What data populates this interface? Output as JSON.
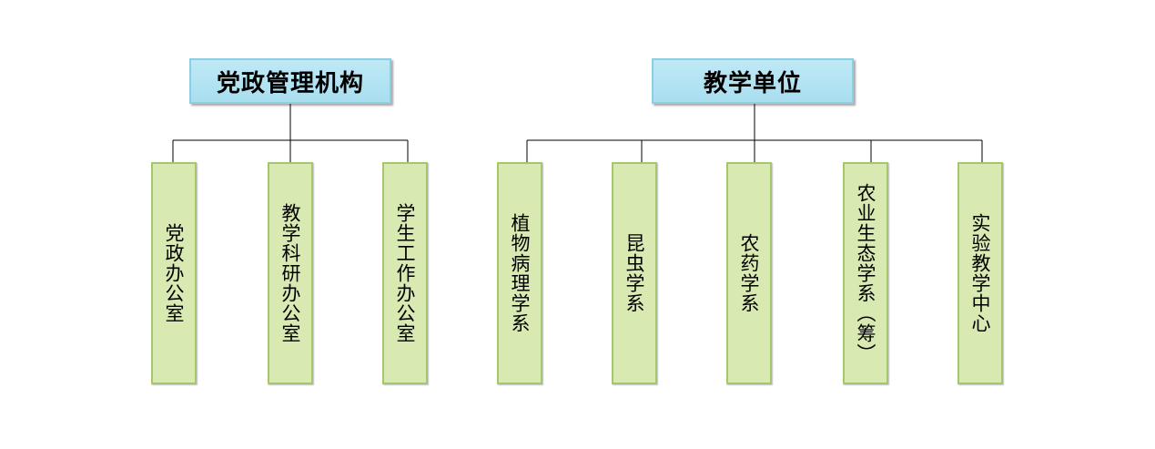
{
  "groups": [
    {
      "title": "党政管理机构",
      "units": [
        "党政办公室",
        "教学科研办公室",
        "学生工作办公室"
      ]
    },
    {
      "title": "教学单位",
      "units": [
        "植物病理学系",
        "昆虫学系",
        "农药学系",
        "农业生态学系（筹）",
        "实验教学中心"
      ]
    }
  ],
  "colors": {
    "head_fill": "#bfe9f5",
    "head_border": "#8ccfe4",
    "leaf_fill": "#d9e9b2",
    "leaf_border": "#a4c66c"
  }
}
